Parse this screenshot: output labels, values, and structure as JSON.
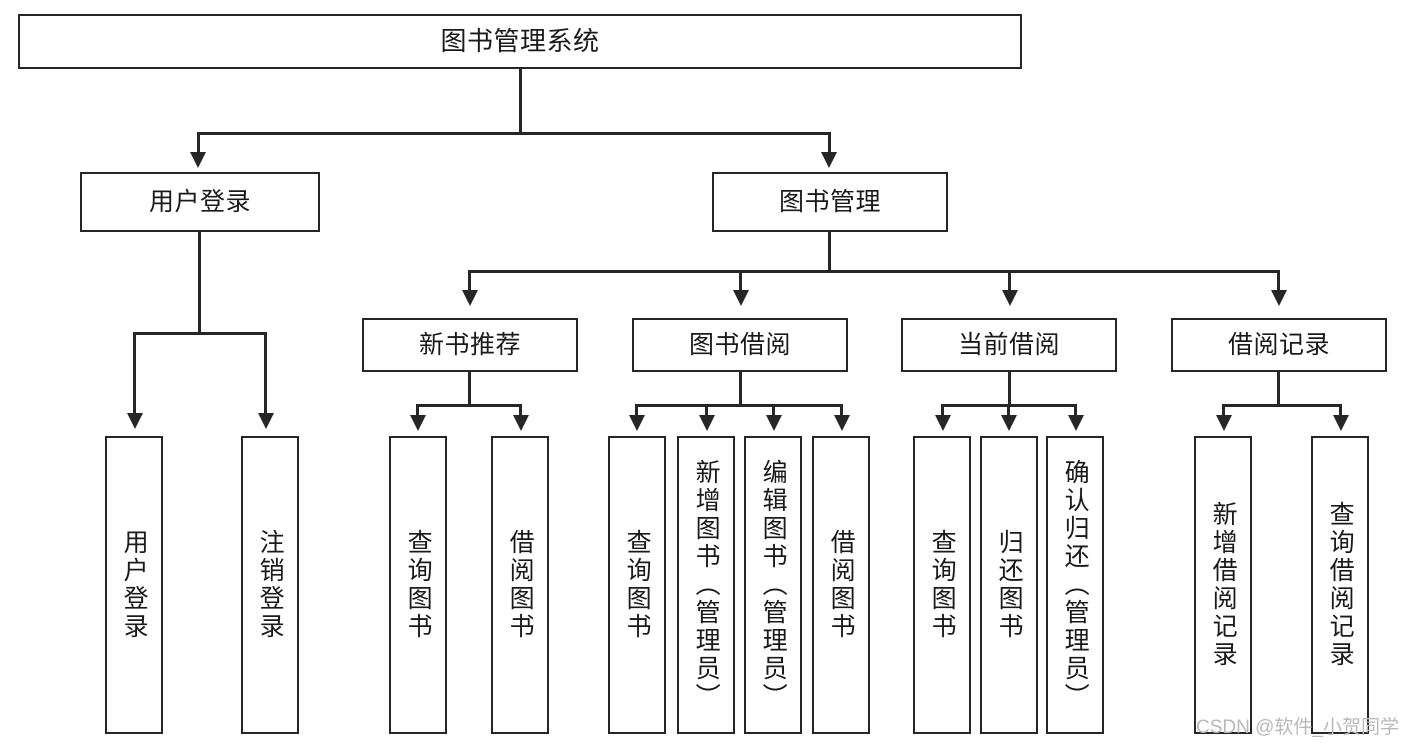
{
  "diagram": {
    "type": "tree-hierarchy",
    "title": "图书管理系统",
    "root": {
      "label": "图书管理系统"
    },
    "level2": [
      {
        "label": "用户登录"
      },
      {
        "label": "图书管理"
      }
    ],
    "level3": [
      {
        "label": "新书推荐"
      },
      {
        "label": "图书借阅"
      },
      {
        "label": "当前借阅"
      },
      {
        "label": "借阅记录"
      }
    ],
    "leaves": {
      "user_login": [
        {
          "label": "用户登录"
        },
        {
          "label": "注销登录"
        }
      ],
      "new_book_recommend": [
        {
          "label": "查询图书"
        },
        {
          "label": "借阅图书"
        }
      ],
      "book_borrow": [
        {
          "label": "查询图书"
        },
        {
          "label": "新增图书（管理员）"
        },
        {
          "label": "编辑图书（管理员）"
        },
        {
          "label": "借阅图书"
        }
      ],
      "current_borrow": [
        {
          "label": "查询图书"
        },
        {
          "label": "归还图书"
        },
        {
          "label": "确认归还（管理员）"
        }
      ],
      "borrow_record": [
        {
          "label": "新增借阅记录"
        },
        {
          "label": "查询借阅记录"
        }
      ]
    }
  },
  "watermark": {
    "text": "CSDN @软件_小贺同学"
  },
  "colors": {
    "stroke": "#262626",
    "fill": "#ffffff",
    "text": "#1a1a1a",
    "watermark": "#b9b9b9"
  }
}
